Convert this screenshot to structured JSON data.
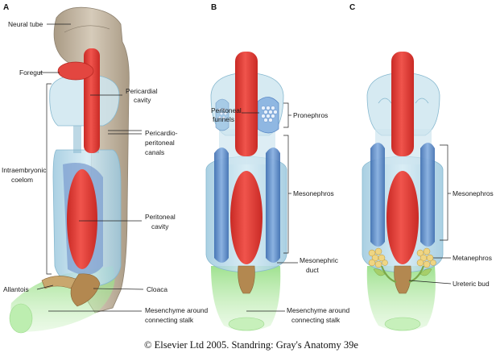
{
  "figure": {
    "caption": "© Elsevier Ltd 2005. Standring: Gray's Anatomy 39e",
    "panels": [
      {
        "letter": "A",
        "labels": {
          "neural_tube": "Neural tube",
          "foregut": "Foregut",
          "pericardial_cavity": [
            "Pericardial",
            "cavity"
          ],
          "pericardio_peritoneal": [
            "Pericardio-",
            "peritoneal",
            "canals"
          ],
          "intraembryonic_coelom": [
            "Intraembryonic",
            "coelom"
          ],
          "peritoneal_cavity": [
            "Peritoneal",
            "cavity"
          ],
          "allantois": "Allantois",
          "cloaca": "Cloaca",
          "mesenchyme": [
            "Mesenchyme around",
            "connecting stalk"
          ]
        }
      },
      {
        "letter": "B",
        "labels": {
          "peritoneal_funnels": [
            "Peritoneal",
            "funnels"
          ],
          "pronephros": "Pronephros",
          "mesonephros": "Mesonephros",
          "mesonephric_duct": [
            "Mesonephric",
            "duct"
          ],
          "mesenchyme": [
            "Mesenchyme around",
            "connecting stalk"
          ]
        }
      },
      {
        "letter": "C",
        "labels": {
          "mesonephros": "Mesonephros",
          "metanephros": "Metanephros",
          "ureteric_bud": "Ureteric bud"
        }
      }
    ]
  },
  "colors": {
    "gut_red": "#dd3a34",
    "coelom_blue": "#bcdcea",
    "mesonephros_blue": "#4f7fc0",
    "neural_tan": "#bdb09d",
    "stalk_green": "#9ee08c",
    "cloaca_brown": "#b38850",
    "metanephros_yellow": "#efd582"
  }
}
